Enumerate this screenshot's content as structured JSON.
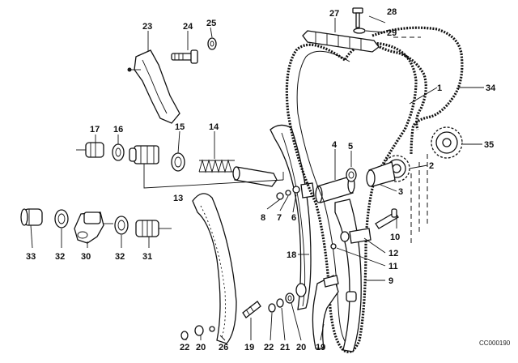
{
  "diagram": {
    "labels": {
      "l1": "1",
      "l2": "2",
      "l3": "3",
      "l4": "4",
      "l5": "5",
      "l6": "6",
      "l7": "7",
      "l8": "8",
      "l9": "9",
      "l10": "10",
      "l11": "11",
      "l12": "12",
      "l13": "13",
      "l14": "14",
      "l15": "15",
      "l16": "16",
      "l17": "17",
      "l18": "18",
      "l19a": "19",
      "l19b": "19",
      "l20a": "20",
      "l20b": "20",
      "l21": "21",
      "l22a": "22",
      "l22b": "22",
      "l23": "23",
      "l24": "24",
      "l25": "25",
      "l26": "26",
      "l27": "27",
      "l28": "28",
      "l29": "29",
      "l30": "30",
      "l31": "31",
      "l32a": "32",
      "l32b": "32",
      "l33": "33",
      "l34": "34",
      "l35": "35"
    },
    "drawing_code": "CC000190"
  }
}
